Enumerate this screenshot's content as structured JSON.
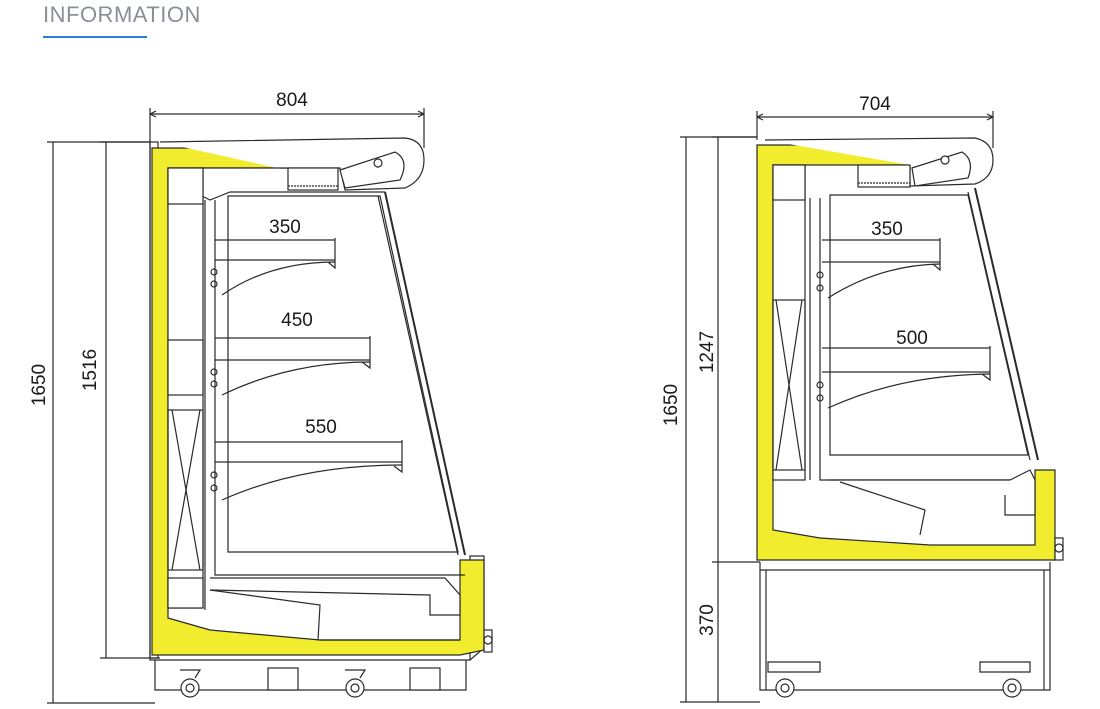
{
  "header": {
    "title": "INFORMATION"
  },
  "colors": {
    "accent_underline": "#2a7fd4",
    "insulation_yellow": "#f2ec2e",
    "line": "#2a2a2a"
  },
  "cabinet_a": {
    "width_label": "804",
    "overall_height_label": "1650",
    "display_height_label": "1516",
    "shelf_depth_labels": [
      "350",
      "450",
      "550"
    ]
  },
  "cabinet_b": {
    "width_label": "704",
    "overall_height_label": "1650",
    "display_height_label": "1247",
    "base_height_label": "370",
    "shelf_depth_labels": [
      "350",
      "500"
    ]
  }
}
